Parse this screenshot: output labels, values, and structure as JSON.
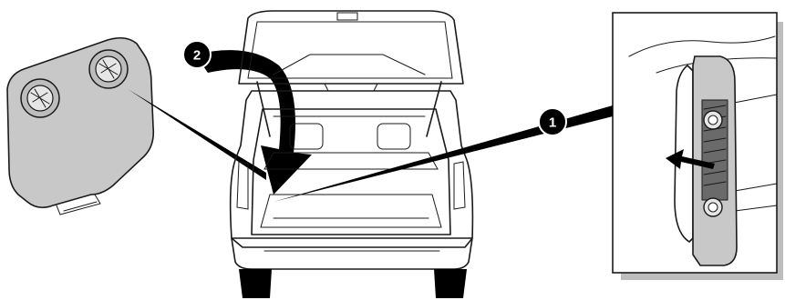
{
  "diagram": {
    "colors": {
      "line": "#1a1a1a",
      "panel_fill": "#c8c8c8",
      "inset_shadow": "#bdbdbd",
      "callout_fill": "#000000",
      "callout_text": "#ffffff"
    },
    "callouts": [
      {
        "id": "1",
        "label": "1"
      },
      {
        "id": "2",
        "label": "2"
      }
    ],
    "icons": [
      "rear-hatch-car",
      "removed-side-panel",
      "inset-detail-view",
      "curved-arrow",
      "push-arrow"
    ]
  }
}
